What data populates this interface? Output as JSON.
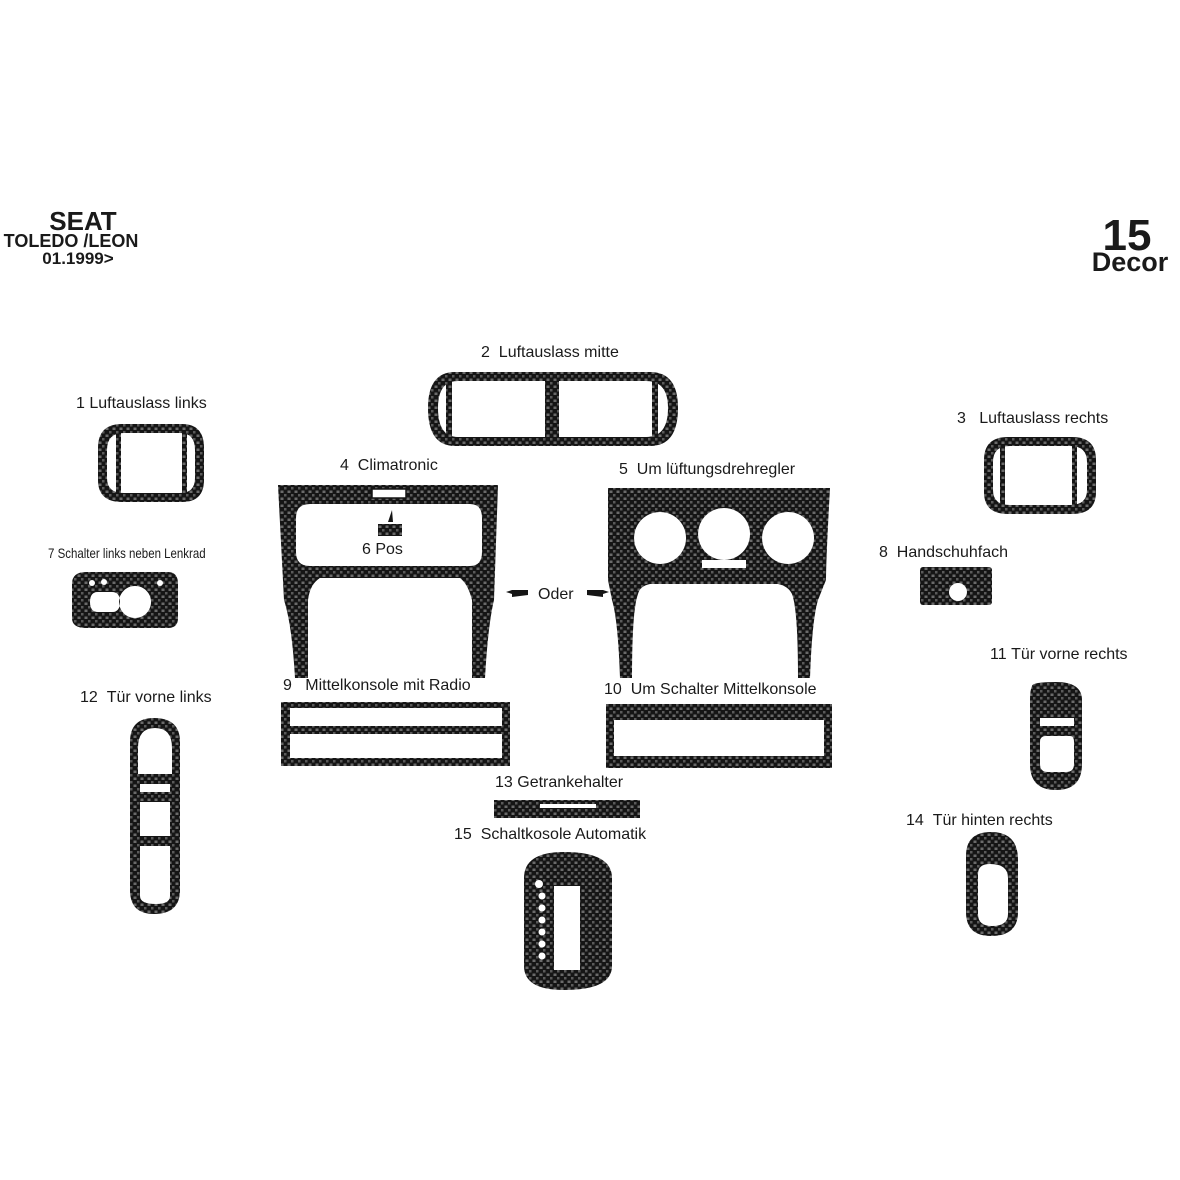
{
  "header": {
    "brand": "SEAT",
    "model": "TOLEDO /LEON",
    "date": "01.1999>",
    "count": "15",
    "kit": "Decor"
  },
  "parts": [
    {
      "num": "1",
      "name": "Luftauslass links"
    },
    {
      "num": "2",
      "name": "Luftauslass mitte"
    },
    {
      "num": "3",
      "name": "Luftauslass rechts"
    },
    {
      "num": "4",
      "name": "Climatronic"
    },
    {
      "num": "5",
      "name": "Um lüftungsdrehregler"
    },
    {
      "num": "6",
      "name": "Pos"
    },
    {
      "num": "7",
      "name": "Schalter links neben Lenkrad"
    },
    {
      "num": "8",
      "name": "Handschuhfach"
    },
    {
      "num": "9",
      "name": "Mittelkonsole mit Radio"
    },
    {
      "num": "10",
      "name": "Um Schalter Mittelkonsole"
    },
    {
      "num": "11",
      "name": "Tür vorne rechts"
    },
    {
      "num": "12",
      "name": "Tür vorne links"
    },
    {
      "num": "13",
      "name": "Getrankehalter"
    },
    {
      "num": "14",
      "name": "Tür hinten rechts"
    },
    {
      "num": "15",
      "name": "Schaltkosole  Automatik"
    }
  ],
  "or_label": "Oder",
  "colors": {
    "carbon_dark": "#151515",
    "carbon_light": "#6a6a6a",
    "text": "#1a1a1a"
  }
}
